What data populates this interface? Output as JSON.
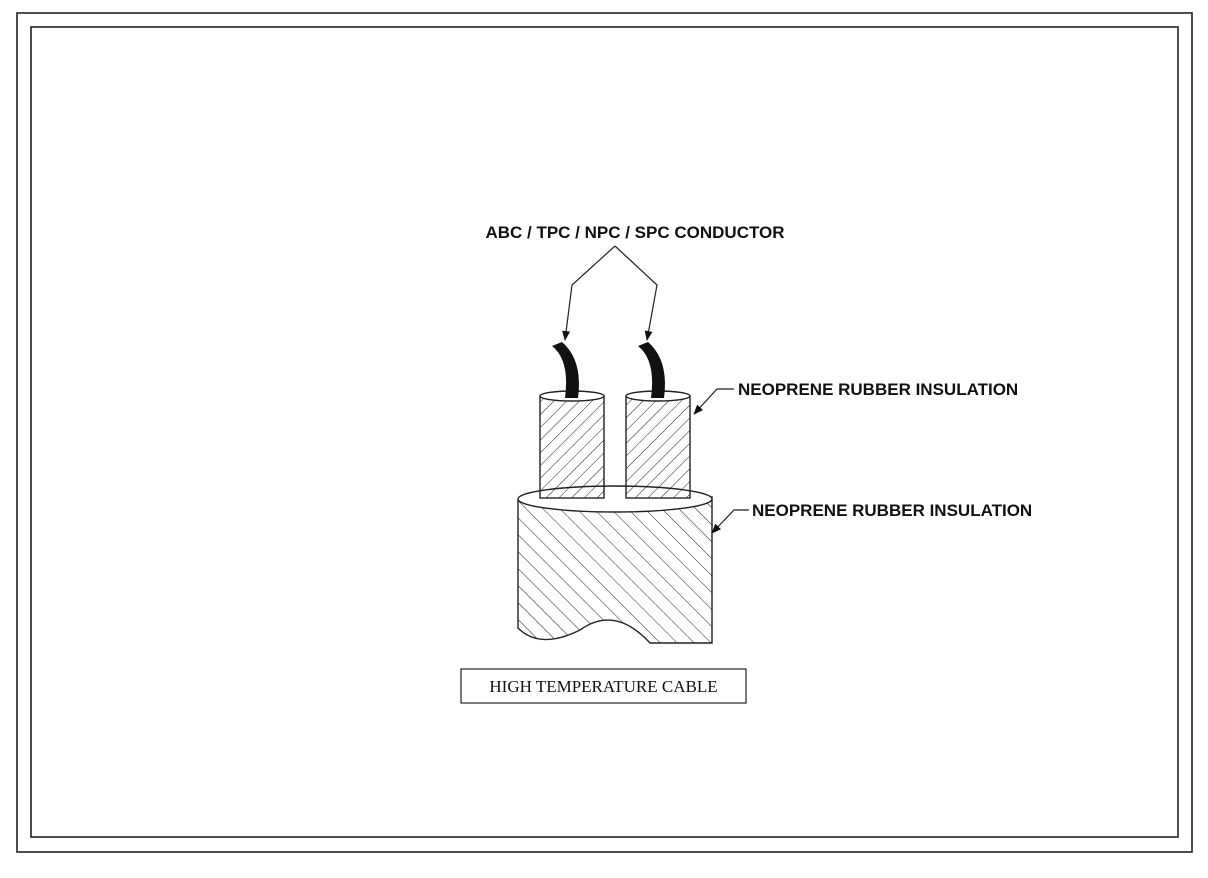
{
  "labels": {
    "conductor": "ABC / TPC / NPC / SPC CONDUCTOR",
    "inner_insulation": "NEOPRENE RUBBER INSULATION",
    "outer_insulation": "NEOPRENE RUBBER INSULATION"
  },
  "caption": "HIGH TEMPERATURE CABLE"
}
